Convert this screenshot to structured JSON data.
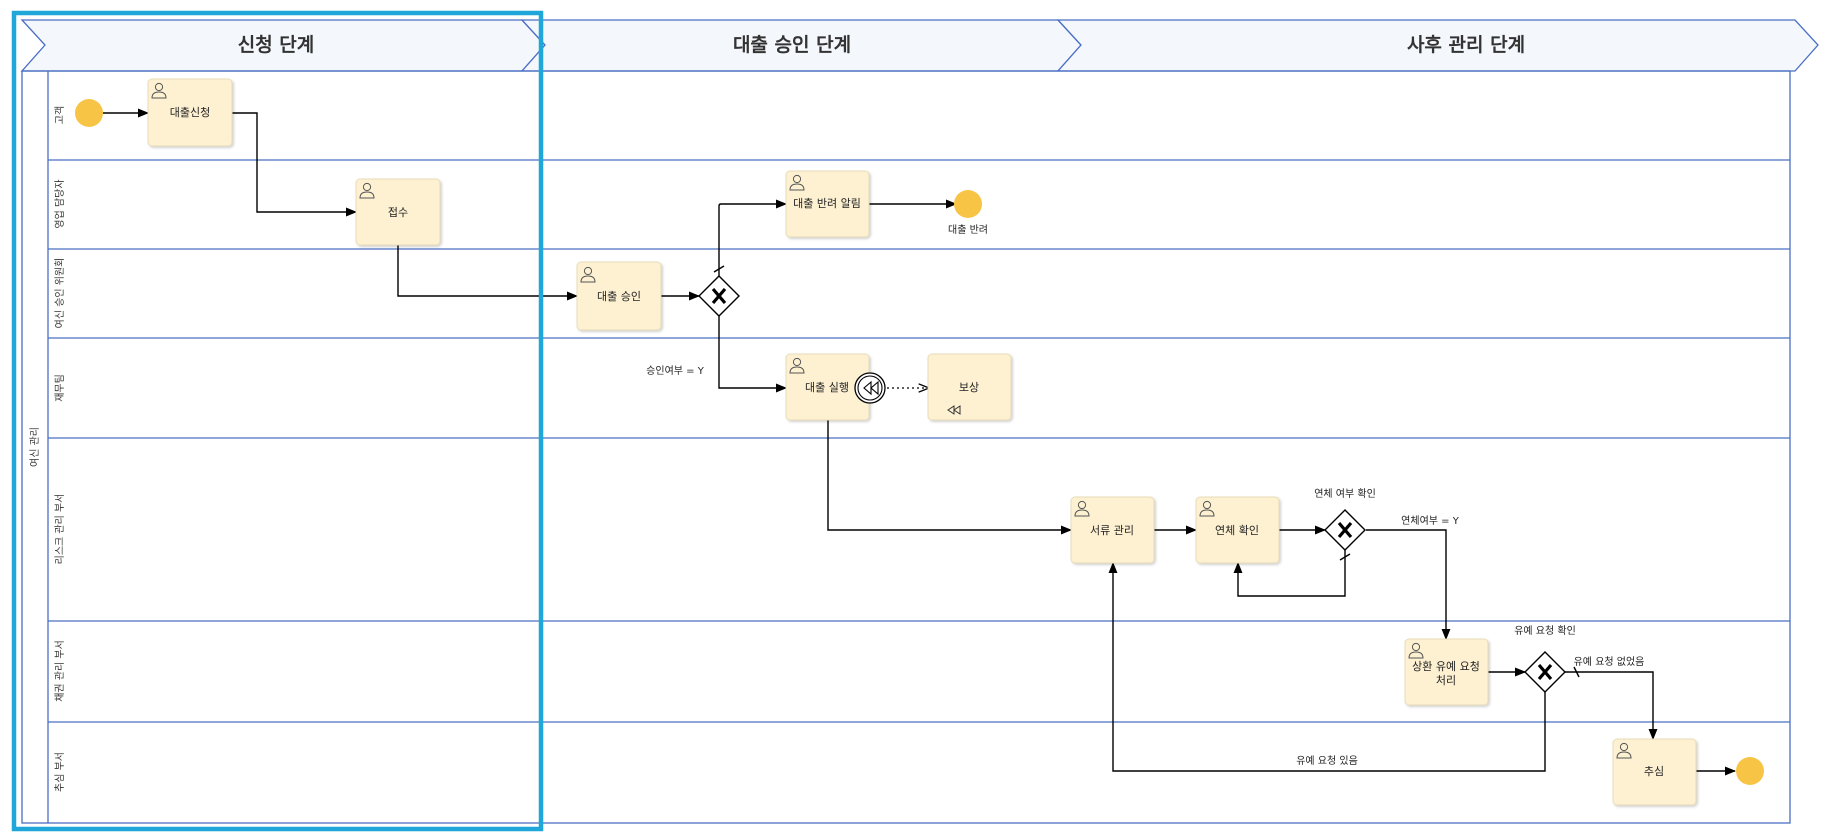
{
  "phases": [
    {
      "label": "신청 단계"
    },
    {
      "label": "대출 승인 단계"
    },
    {
      "label": "사후 관리 단계"
    }
  ],
  "pool": {
    "label": "여신 관리"
  },
  "lanes": [
    {
      "label": "고객"
    },
    {
      "label": "영업 담당자"
    },
    {
      "label": "여신 승인 위원회"
    },
    {
      "label": "재무팀"
    },
    {
      "label": "리스크 관리 부서"
    },
    {
      "label": "채권 관리 부서"
    },
    {
      "label": "추심 부서"
    }
  ],
  "tasks": {
    "apply": {
      "label": "대출신청"
    },
    "receive": {
      "label": "접수"
    },
    "approve": {
      "label": "대출 승인"
    },
    "reject_notice": {
      "label": "대출 반려 알림"
    },
    "execute": {
      "label": "대출 실행"
    },
    "compensate": {
      "label": "보상"
    },
    "documents": {
      "label": "서류 관리"
    },
    "overdue_check": {
      "label": "연체 확인"
    },
    "grace_line1": {
      "label": "상환 유예 요청"
    },
    "grace_line2": {
      "label": "처리"
    },
    "collection": {
      "label": "추심"
    }
  },
  "labels": {
    "reject_end": "대출 반려",
    "approval_cond": "승인여부 = Y",
    "overdue_gateway": "연체 여부 확인",
    "overdue_cond": "연체여부 = Y",
    "grace_gateway": "유예 요청 확인",
    "no_grace": "유예 요청 없었음",
    "has_grace": "유예 요청 있음"
  },
  "colors": {
    "lane_border": "#4a6fc4",
    "task_fill": "#fdf1d2",
    "task_border": "#e8dcb8",
    "event_fill": "#f7c445",
    "highlight": "#1ea7d8",
    "line": "#000000"
  },
  "icons": {
    "user_task": "user-icon",
    "gateway": "exclusive-gateway-x",
    "compensation": "compensation-icon"
  }
}
